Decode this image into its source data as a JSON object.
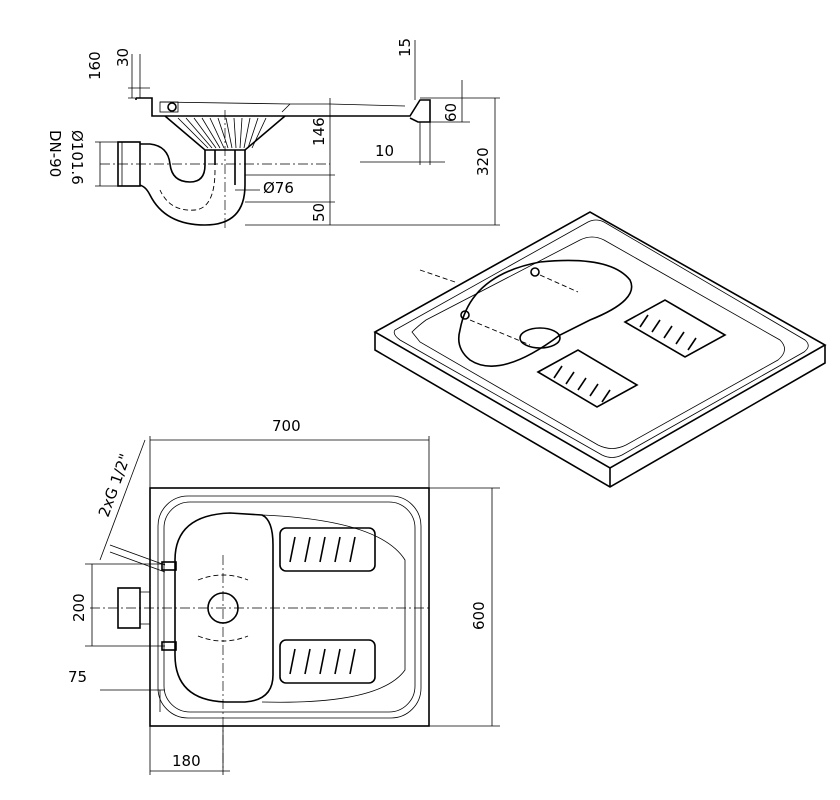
{
  "side_view": {
    "dim_160": "160",
    "dim_30": "30",
    "dim_15": "15",
    "dim_60": "60",
    "dim_146": "146",
    "dim_10": "10",
    "dim_320": "320",
    "dim_dn": "DN-90",
    "dim_d101": "Ø101.6",
    "dim_d76": "Ø76",
    "dim_50": "50"
  },
  "plan_view": {
    "width_700": "700",
    "depth_600": "600",
    "dim_200": "200",
    "dim_75": "75",
    "dim_180": "180",
    "thread_label": "2xG 1/2\""
  }
}
